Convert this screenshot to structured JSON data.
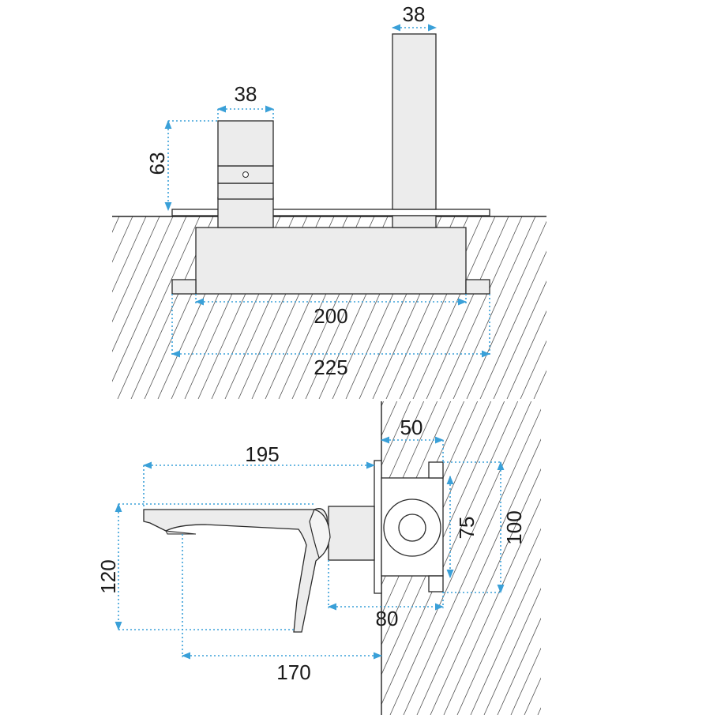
{
  "top_view": {
    "knob_width": "38",
    "knob_height": "63",
    "spout_width": "38",
    "box_width": "200",
    "plate_width": "225"
  },
  "side_view": {
    "spout_length": "195",
    "spout_height": "120",
    "spout_projection": "170",
    "box_depth": "50",
    "flange_height": "75",
    "box_height": "100",
    "box_width": "80"
  },
  "colors": {
    "dimension": "#3aa0d8",
    "outline": "#2a2a2a",
    "fill": "#ececec"
  }
}
